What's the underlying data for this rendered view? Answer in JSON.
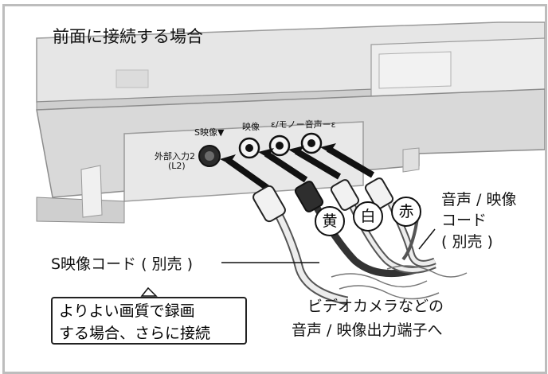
{
  "title": "前面に接続する場合",
  "panel": {
    "s_video_label": "S映像▼",
    "video_label": "映像",
    "audio_label": "ε/モノー音声ーε",
    "input_label_line1": "外部入力2",
    "input_label_line2": "(L2)"
  },
  "plugs": {
    "yellow": "黄",
    "white": "白",
    "red": "赤"
  },
  "labels": {
    "av_cord_line1": "音声 / 映像",
    "av_cord_line2": "コード",
    "av_cord_line3": "( 別売 )",
    "s_video_cord": "S映像コード ( 別売 )",
    "callout_line1": "よりよい画質で録画",
    "callout_line2": "する場合、さらに接続",
    "camera_line1": "ビデオカメラなどの",
    "camera_line2": "音声 / 映像出力端子へ"
  }
}
